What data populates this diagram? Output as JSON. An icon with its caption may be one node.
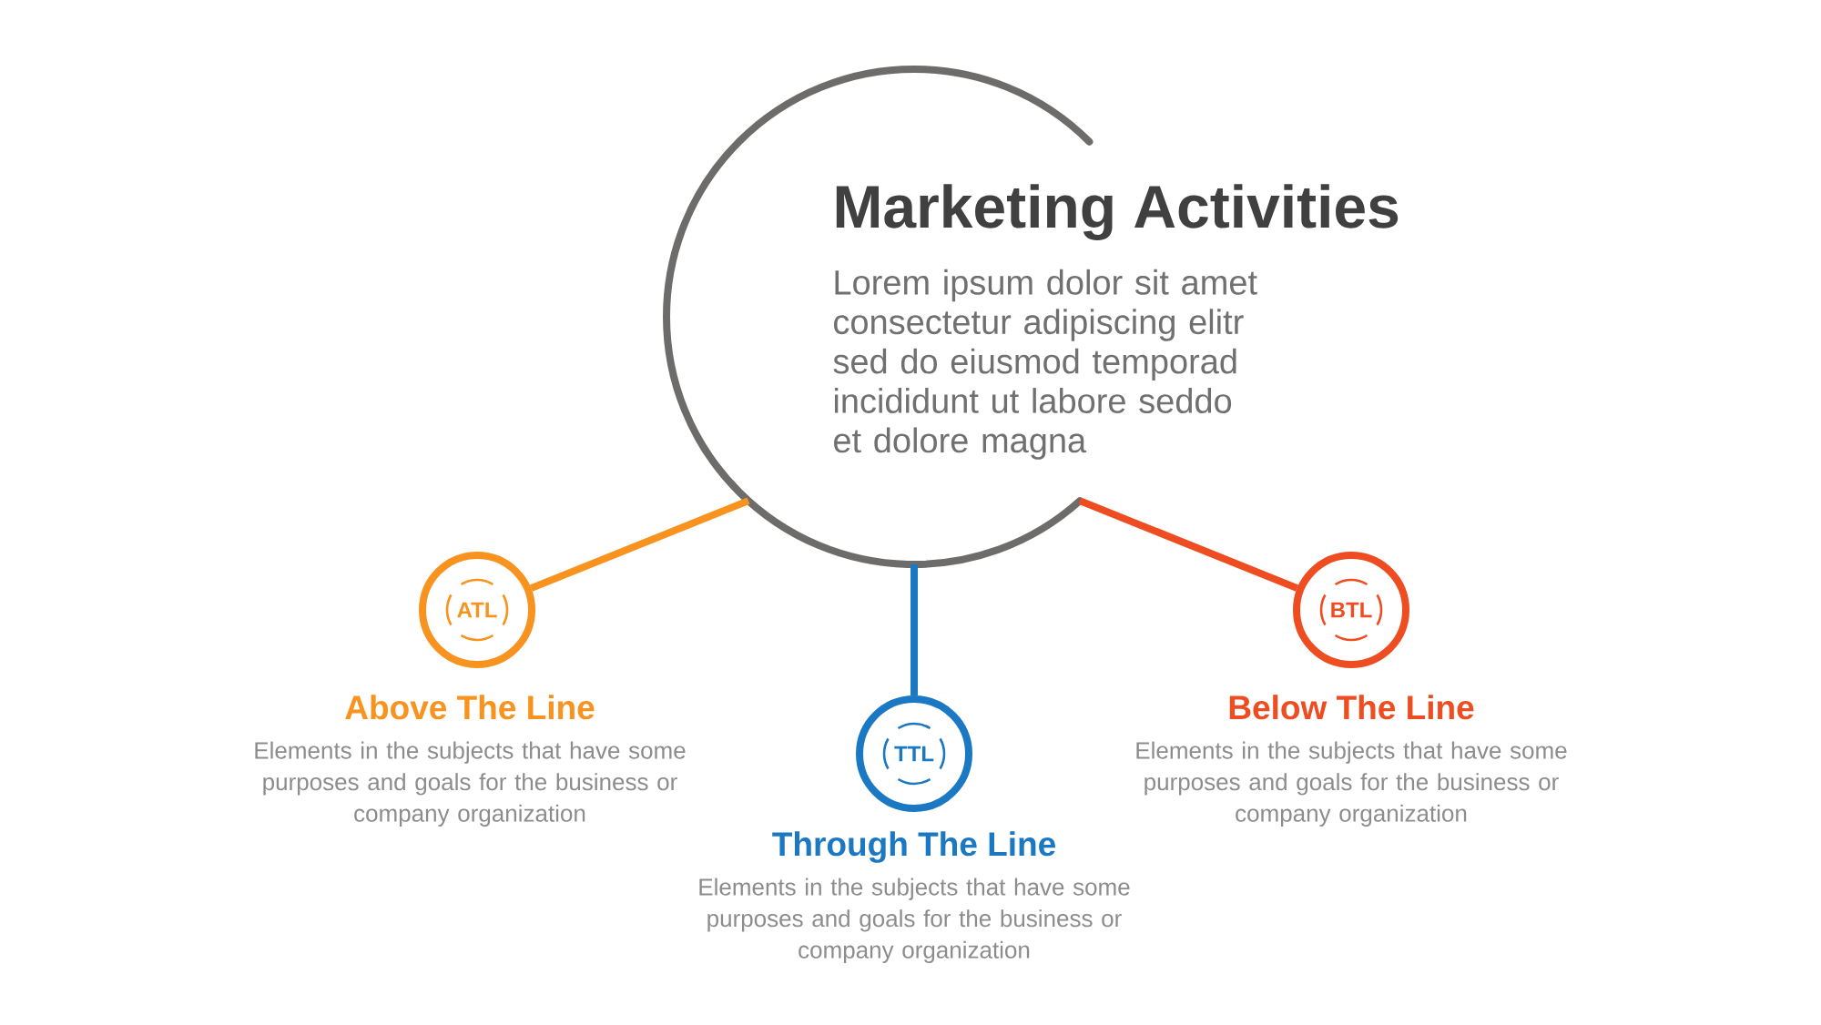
{
  "diagram": {
    "nodes": [
      {
        "text": [
          "Marketing Activities",
          "Lorem ipsum dolor sit amet consectetur adipiscing elitr sed do eiusmod temporad incididunt ut labore seddo et dolore magna"
        ]
      },
      {
        "text": [
          "ATL"
        ],
        "beside": [
          "Above The Line",
          "Elements in the subjects that have some purposes and goals for the business or company organization"
        ]
      },
      {
        "text": [
          "TTL"
        ],
        "beside": [
          "Through The Line",
          "Elements in the subjects that have some purposes and goals for the business or company organization"
        ]
      },
      {
        "text": [
          "BTL"
        ],
        "beside": [
          "Below The Line",
          "Elements in the subjects that have some purposes and goals for the business or company organization"
        ]
      }
    ],
    "edges": [
      {
        "from": 0,
        "to": 1,
        "arrow": "none",
        "color": "#f7931e"
      },
      {
        "from": 0,
        "to": 2,
        "arrow": "none",
        "color": "#1b78c2"
      },
      {
        "from": 0,
        "to": 3,
        "arrow": "none",
        "color": "#ee4d22"
      }
    ]
  }
}
